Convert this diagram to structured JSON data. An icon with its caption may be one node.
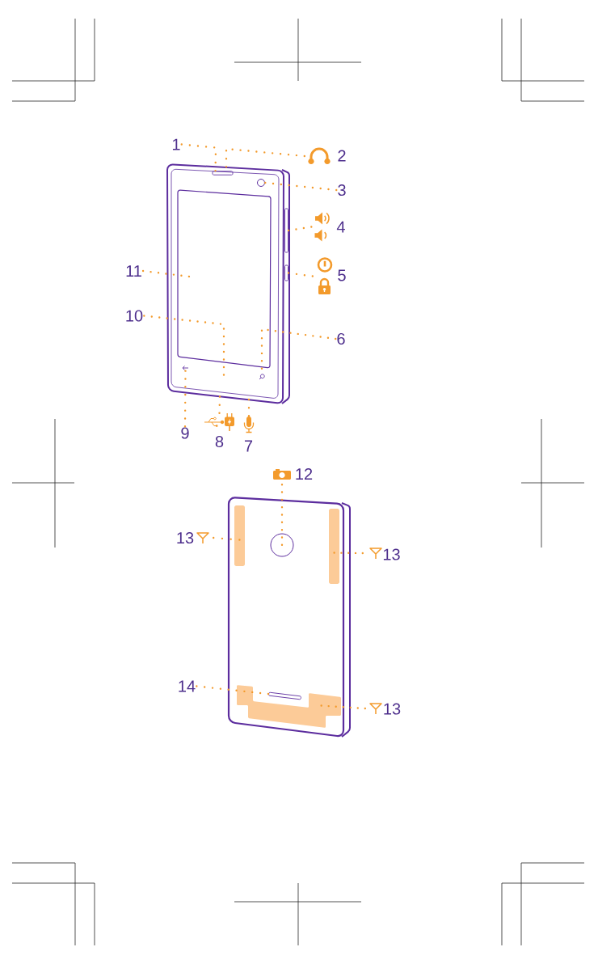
{
  "diagram": {
    "nodes": [
      {
        "text": [
          "1"
        ]
      },
      {
        "text": [],
        "shape": "picture",
        "beside": [
          "2"
        ]
      },
      {
        "text": [],
        "shape": "picture"
      },
      {
        "text": [],
        "shape": "bar",
        "in": 2
      },
      {
        "text": [],
        "shape": "circle",
        "in": 2
      },
      {
        "text": [
          "3"
        ]
      },
      {
        "text": [],
        "shape": "picture",
        "beside": [
          "4"
        ]
      },
      {
        "text": [],
        "shape": "bar",
        "in": 2
      },
      {
        "text": [
          "11"
        ]
      },
      {
        "text": [],
        "shape": "picture",
        "beside": [
          "5"
        ]
      },
      {
        "text": [],
        "shape": "bar",
        "in": 2
      },
      {
        "text": [],
        "shape": "box",
        "in": 2
      },
      {
        "text": [
          "10"
        ]
      },
      {
        "text": [
          "6"
        ]
      },
      {
        "text": [],
        "shape": "picture",
        "in": 2
      },
      {
        "text": [],
        "shape": "picture",
        "in": 2
      },
      {
        "text": [
          "9"
        ]
      },
      {
        "text": [],
        "shape": "picture",
        "beside": [
          "8"
        ]
      },
      {
        "text": [],
        "shape": "picture",
        "beside": [
          "7"
        ]
      },
      {
        "text": [],
        "shape": "picture",
        "beside": [
          "12"
        ]
      },
      {
        "text": [],
        "shape": "picture"
      },
      {
        "text": [],
        "shape": "circle",
        "in": 20
      },
      {
        "text": [],
        "shape": "picture",
        "beside": [
          "13"
        ]
      },
      {
        "text": [],
        "shape": "box",
        "in": 20
      },
      {
        "text": [],
        "shape": "box",
        "in": 20
      },
      {
        "text": [],
        "shape": "picture",
        "beside": [
          "13"
        ]
      },
      {
        "text": [
          "14"
        ]
      },
      {
        "text": [],
        "shape": "box",
        "in": 20
      },
      {
        "text": [],
        "shape": "bar",
        "in": 20
      },
      {
        "text": [],
        "shape": "picture",
        "beside": [
          "13"
        ]
      }
    ],
    "edges": [
      {
        "from": 0,
        "to": 3,
        "arrow": "none"
      },
      {
        "from": 1,
        "to": 2,
        "arrow": "none"
      },
      {
        "from": 5,
        "to": 4,
        "arrow": "none"
      },
      {
        "from": 6,
        "to": 7,
        "arrow": "none"
      },
      {
        "from": 8,
        "to": 11,
        "arrow": "none"
      },
      {
        "from": 9,
        "to": 10,
        "arrow": "none"
      },
      {
        "from": 12,
        "to": 2,
        "arrow": "none"
      },
      {
        "from": 13,
        "to": 15,
        "arrow": "none"
      },
      {
        "from": 16,
        "to": 14,
        "arrow": "none"
      },
      {
        "from": 17,
        "to": 2,
        "arrow": "none"
      },
      {
        "from": 18,
        "to": 2,
        "arrow": "none"
      },
      {
        "from": 19,
        "to": 21,
        "arrow": "none"
      },
      {
        "from": 22,
        "to": 23,
        "arrow": "none"
      },
      {
        "from": 25,
        "to": 24,
        "arrow": "none"
      },
      {
        "from": 26,
        "to": 28,
        "arrow": "none"
      },
      {
        "from": 29,
        "to": 27,
        "arrow": "none"
      }
    ]
  }
}
